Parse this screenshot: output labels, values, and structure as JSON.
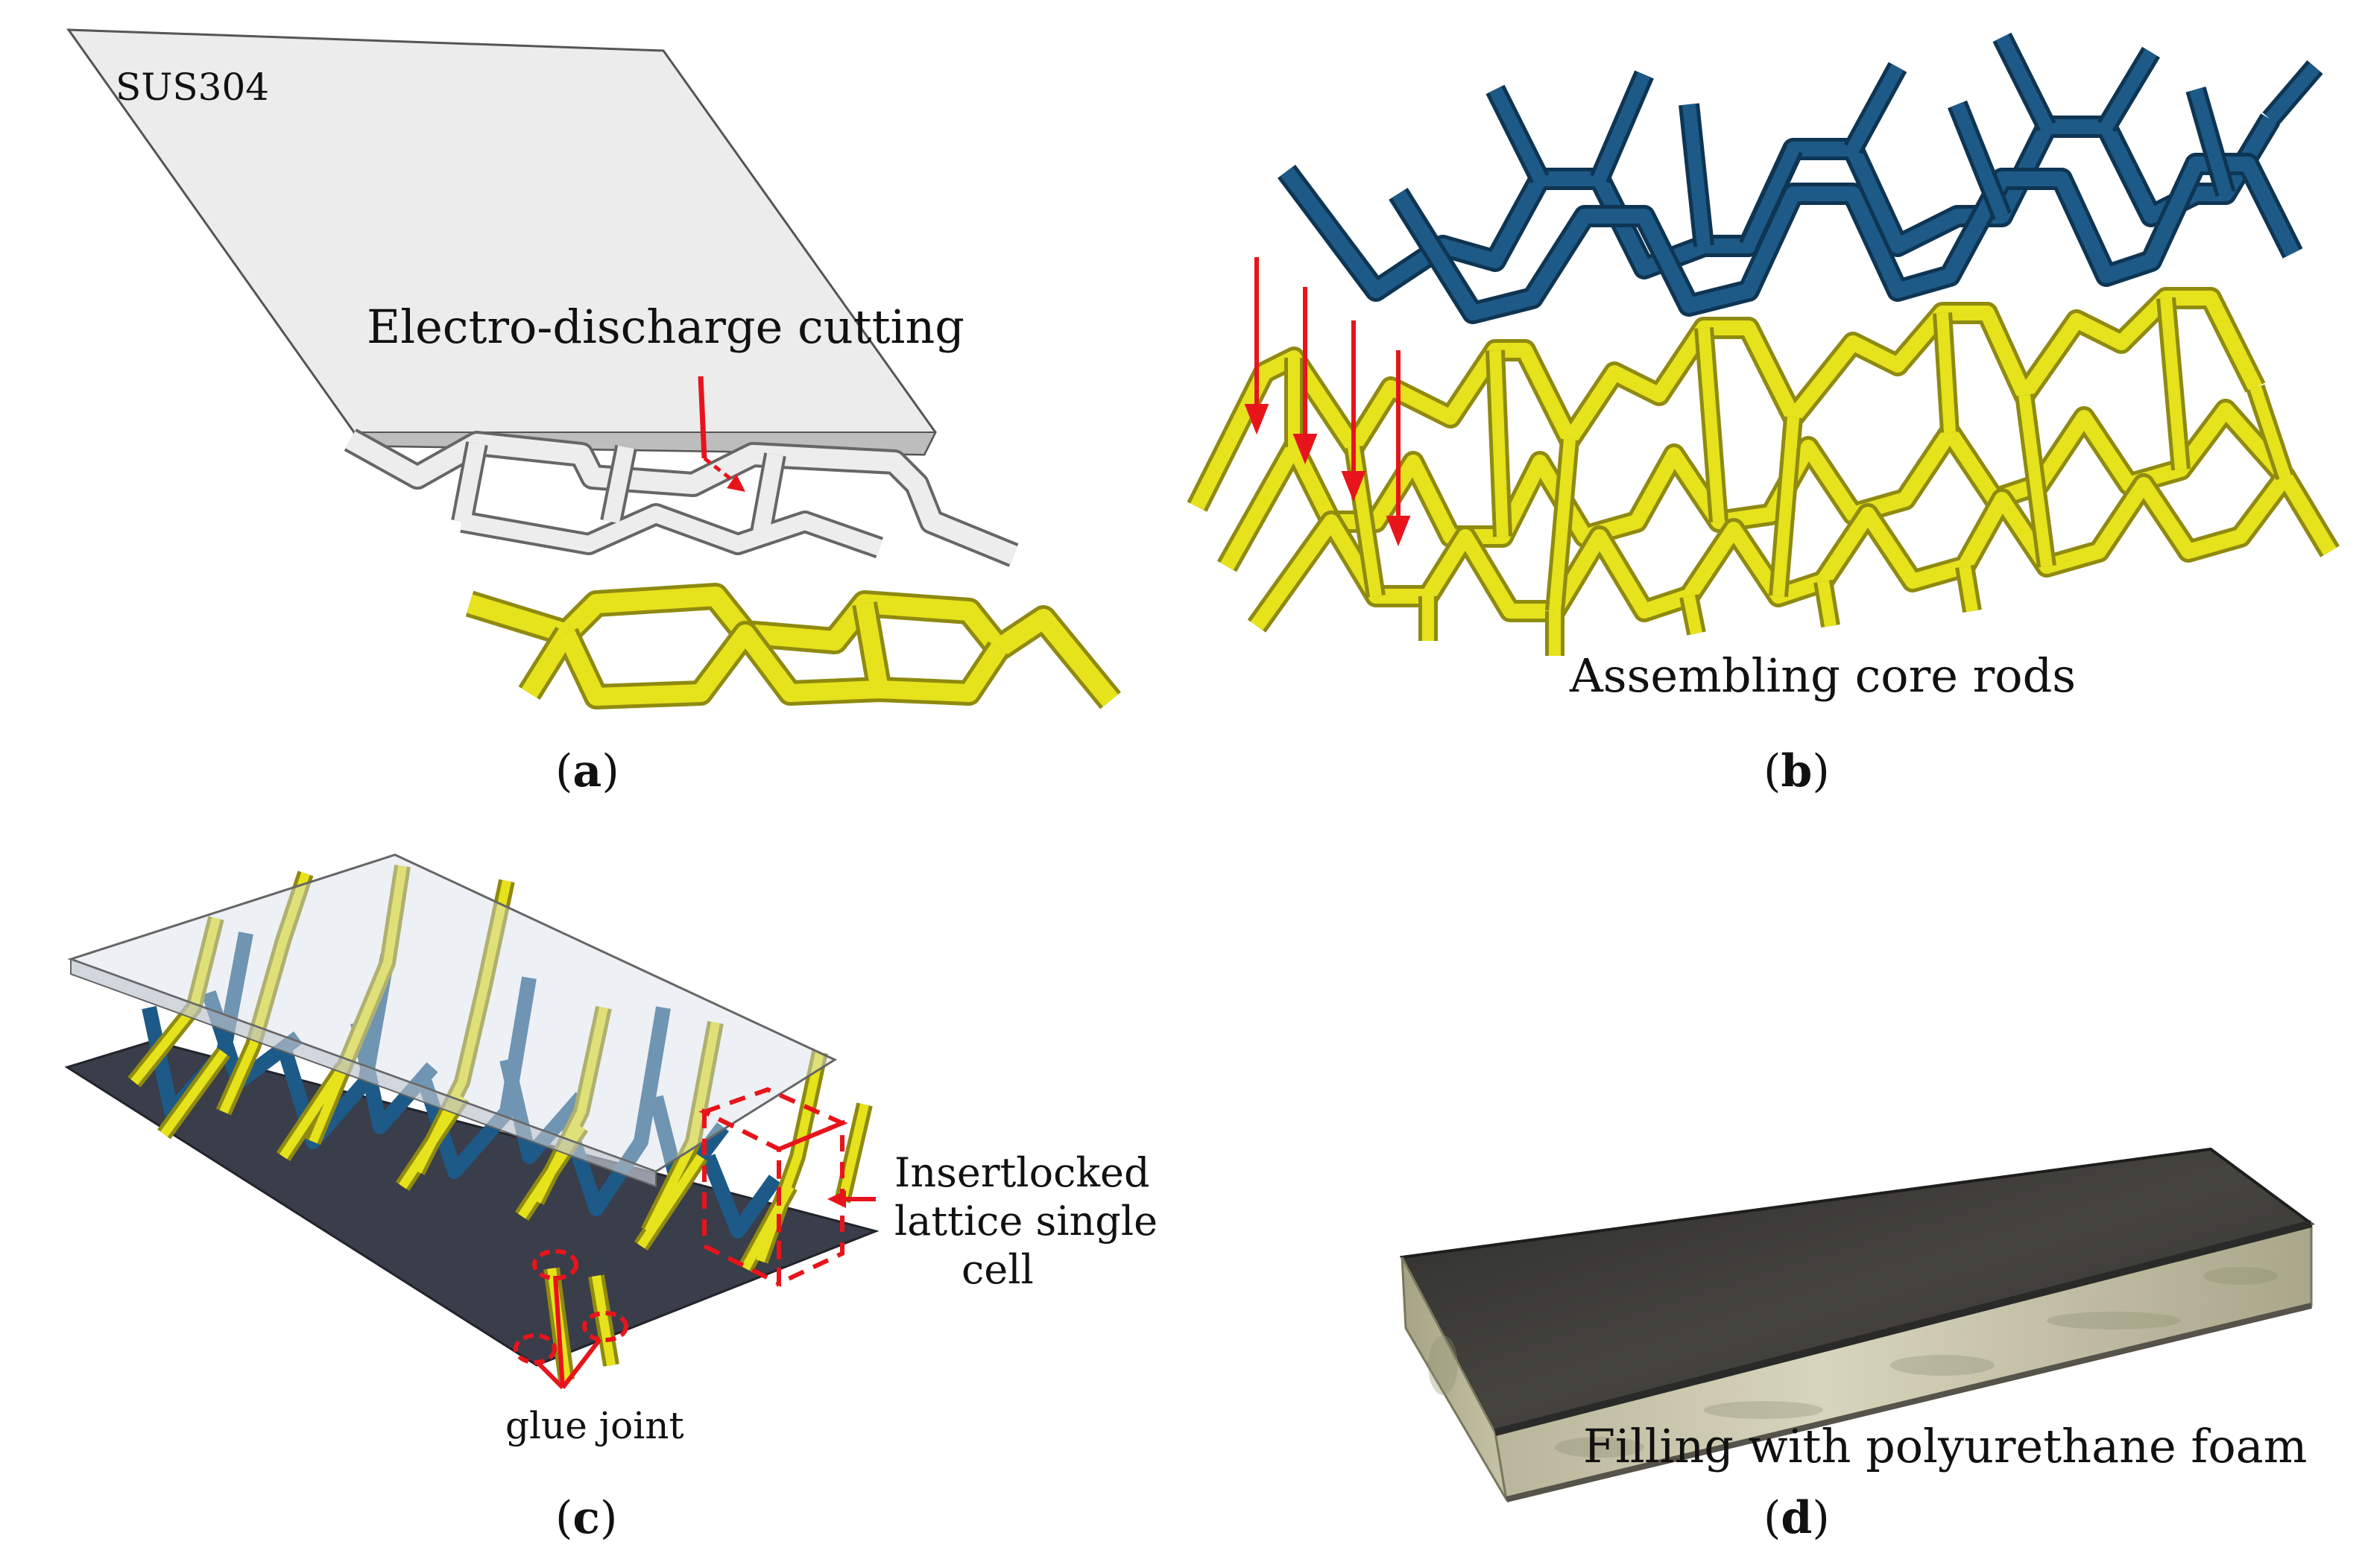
{
  "panels": {
    "a": {
      "caption_letter": "a",
      "material_label": "SUS304",
      "process_label": "Electro-discharge cutting"
    },
    "b": {
      "caption_letter": "b",
      "process_label": "Assembling core rods"
    },
    "c": {
      "caption_letter": "c",
      "cell_label_lines": [
        "Insertlocked",
        "lattice single",
        "cell"
      ],
      "joint_label": "glue joint"
    },
    "d": {
      "caption_letter": "d",
      "process_label": "Filling with polyurethane foam"
    }
  },
  "colors": {
    "steel_plate": "#ececec",
    "outline": "#555555",
    "yellow_rod": "#e6e21c",
    "yellow_shade": "#8f8a10",
    "blue_rod": "#1d5a87",
    "blue_light": "#6fa3c6",
    "arrow_red": "#e8141c",
    "base_plate": "#3a3d4a",
    "face_sheet": "#3c3c3a",
    "foam": "#c9c6ad"
  }
}
